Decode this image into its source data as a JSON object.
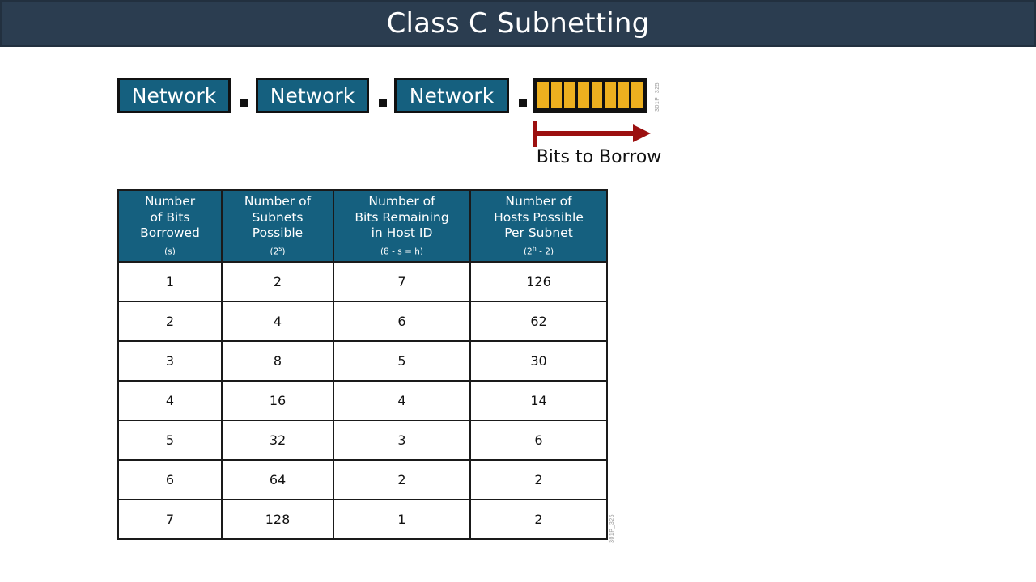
{
  "slide": {
    "title": "Class C Subnetting",
    "title_bar_color": "#2b3d50",
    "accent_color": "#15607f",
    "host_bit_color": "#edb01f",
    "arrow_color": "#9c1010"
  },
  "address_diagram": {
    "octets": [
      {
        "label": "Network"
      },
      {
        "label": "Network"
      },
      {
        "label": "Network"
      }
    ],
    "separator": ".",
    "host_octet": {
      "bit_count": 8,
      "bits": [
        "",
        "",
        "",
        "",
        "",
        "",
        "",
        ""
      ]
    },
    "arrow_label": "Bits to Borrow"
  },
  "watermarks": {
    "top": "301P_325",
    "table": "301P_325"
  },
  "table": {
    "headers": [
      {
        "main": "Number\nof Bits\nBorrowed",
        "line1": "Number",
        "line2": "of Bits",
        "line3": "Borrowed",
        "sub_prefix": "(s",
        "sub_sup": "",
        "sub_suffix": ")"
      },
      {
        "line1": "Number of",
        "line2": "Subnets",
        "line3": "Possible",
        "sub_prefix": "(2",
        "sub_sup": "s",
        "sub_suffix": ")"
      },
      {
        "line1": "Number of",
        "line2": "Bits Remaining",
        "line3": "in Host ID",
        "sub_prefix": "(8 - s = h",
        "sub_sup": "",
        "sub_suffix": ")"
      },
      {
        "line1": "Number of",
        "line2": "Hosts Possible",
        "line3": "Per Subnet",
        "sub_prefix": "(2",
        "sub_sup": "h",
        "sub_suffix": " - 2)"
      }
    ],
    "rows": [
      {
        "bits_borrowed": "1",
        "subnets": "2",
        "bits_remaining": "7",
        "hosts": "126"
      },
      {
        "bits_borrowed": "2",
        "subnets": "4",
        "bits_remaining": "6",
        "hosts": "62"
      },
      {
        "bits_borrowed": "3",
        "subnets": "8",
        "bits_remaining": "5",
        "hosts": "30"
      },
      {
        "bits_borrowed": "4",
        "subnets": "16",
        "bits_remaining": "4",
        "hosts": "14"
      },
      {
        "bits_borrowed": "5",
        "subnets": "32",
        "bits_remaining": "3",
        "hosts": "6"
      },
      {
        "bits_borrowed": "6",
        "subnets": "64",
        "bits_remaining": "2",
        "hosts": "2"
      },
      {
        "bits_borrowed": "7",
        "subnets": "128",
        "bits_remaining": "1",
        "hosts": "2"
      }
    ]
  }
}
